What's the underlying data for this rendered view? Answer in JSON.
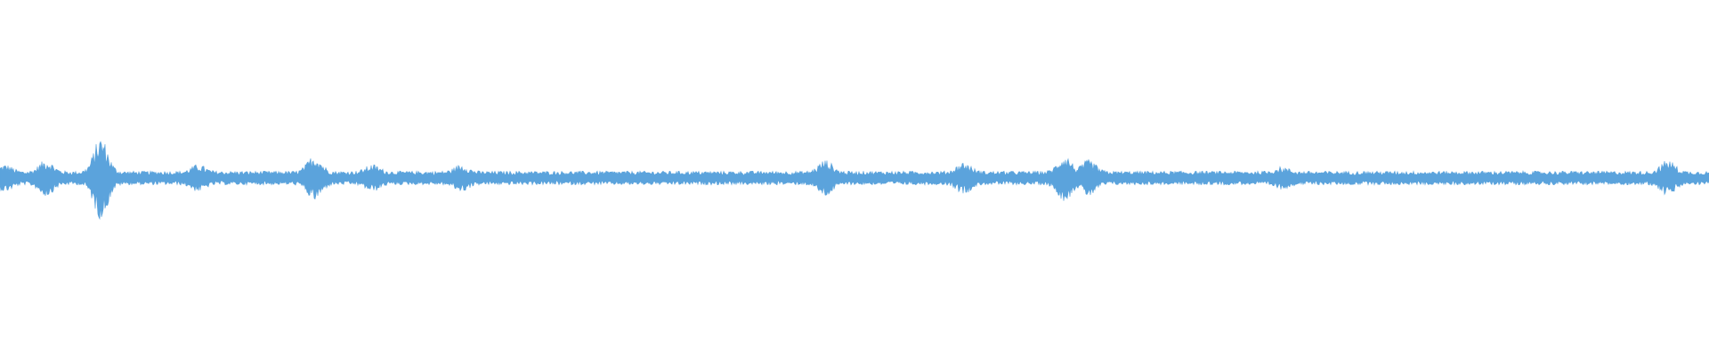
{
  "waveform": {
    "color": "#5ba3dc",
    "background": "#ffffff",
    "baseline_amplitude": 0.015,
    "peaks": [
      {
        "position": 0.003,
        "amplitude": 0.03
      },
      {
        "position": 0.027,
        "amplitude": 0.04
      },
      {
        "position": 0.059,
        "amplitude": 0.09
      },
      {
        "position": 0.116,
        "amplitude": 0.03
      },
      {
        "position": 0.184,
        "amplitude": 0.05
      },
      {
        "position": 0.218,
        "amplitude": 0.03
      },
      {
        "position": 0.27,
        "amplitude": 0.03
      },
      {
        "position": 0.483,
        "amplitude": 0.04
      },
      {
        "position": 0.564,
        "amplitude": 0.035
      },
      {
        "position": 0.623,
        "amplitude": 0.05
      },
      {
        "position": 0.637,
        "amplitude": 0.04
      },
      {
        "position": 0.75,
        "amplitude": 0.025
      },
      {
        "position": 0.976,
        "amplitude": 0.04
      }
    ]
  }
}
